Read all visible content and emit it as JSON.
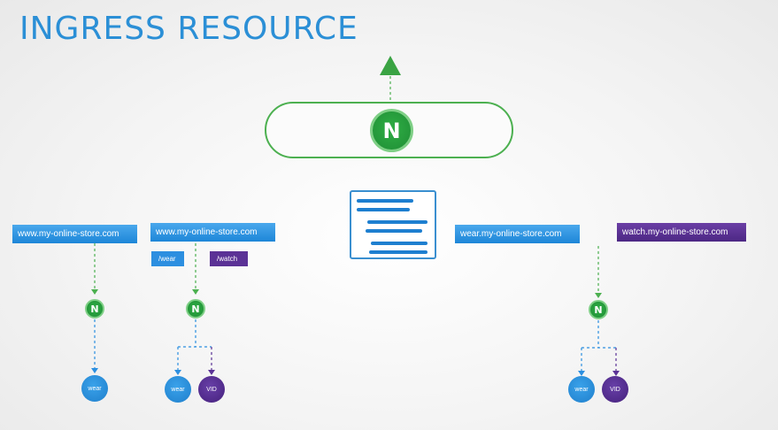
{
  "title": "INGRESS RESOURCE",
  "controller": {
    "icon": "N"
  },
  "hosts": [
    {
      "text": "www.my-online-store.com"
    },
    {
      "text": "www.my-online-store.com"
    },
    {
      "text": "wear.my-online-store.com"
    },
    {
      "text": "watch.my-online-store.com"
    }
  ],
  "paths": [
    {
      "text": "/wear"
    },
    {
      "text": "/watch"
    }
  ],
  "controllers_small": [
    "N",
    "N",
    "N"
  ],
  "services": [
    {
      "text": "wear"
    },
    {
      "text": "wear"
    },
    {
      "text": "VID"
    },
    {
      "text": "wear"
    },
    {
      "text": "VID"
    }
  ],
  "colors": {
    "title": "#2b8fd6",
    "nginx": "#1f8d35",
    "blue": "#1d86d8",
    "purple": "#4c2784"
  }
}
